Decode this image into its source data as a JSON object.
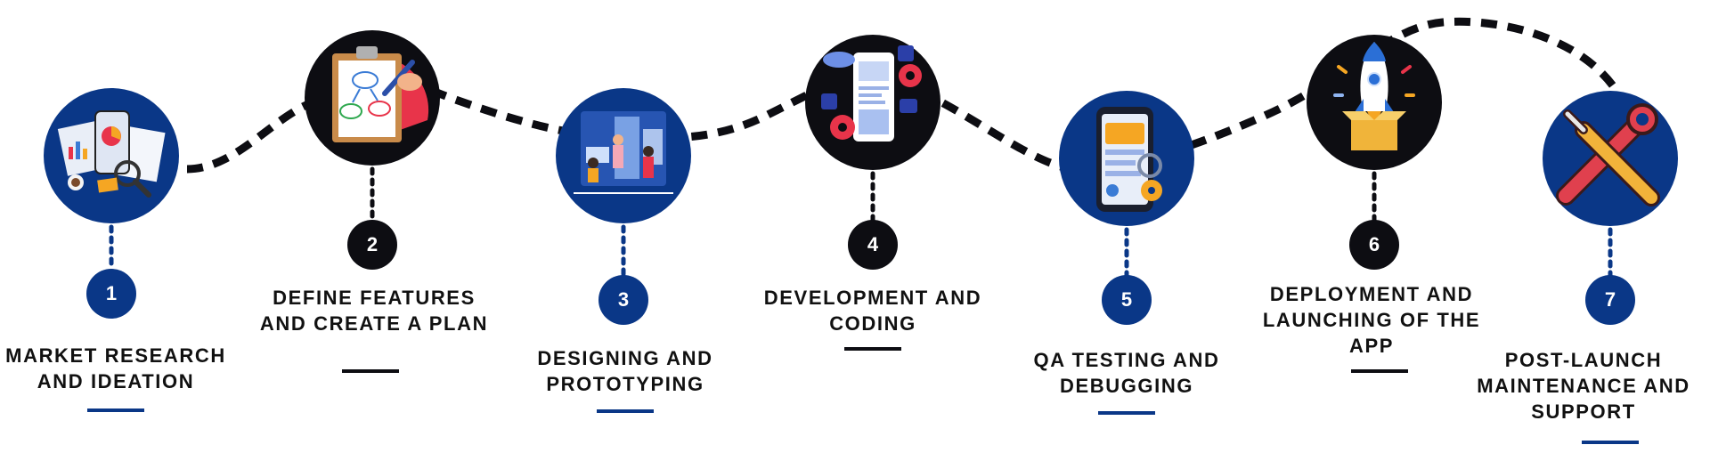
{
  "colors": {
    "navy": "#0a3787",
    "black": "#0d0d12",
    "text": "#111111",
    "accent_red": "#e8344a",
    "accent_orange": "#f5a623",
    "light_blue": "#8fb4f0"
  },
  "steps": [
    {
      "number": "1",
      "label": "MARKET RESEARCH AND IDEATION",
      "icon": "market-research-icon",
      "theme": "navy"
    },
    {
      "number": "2",
      "label": "DEFINE FEATURES AND CREATE A PLAN",
      "icon": "clipboard-plan-icon",
      "theme": "black"
    },
    {
      "number": "3",
      "label": "DESIGNING AND PROTOTYPING",
      "icon": "design-team-icon",
      "theme": "navy"
    },
    {
      "number": "4",
      "label": "DEVELOPMENT AND CODING",
      "icon": "code-phone-icon",
      "theme": "black"
    },
    {
      "number": "5",
      "label": "QA TESTING AND DEBUGGING",
      "icon": "qa-phone-icon",
      "theme": "navy"
    },
    {
      "number": "6",
      "label": "DEPLOYMENT AND LAUNCHING OF THE APP",
      "icon": "rocket-launch-icon",
      "theme": "black"
    },
    {
      "number": "7",
      "label": "POST-LAUNCH MAINTENANCE AND SUPPORT",
      "icon": "tools-icon",
      "theme": "navy"
    }
  ]
}
